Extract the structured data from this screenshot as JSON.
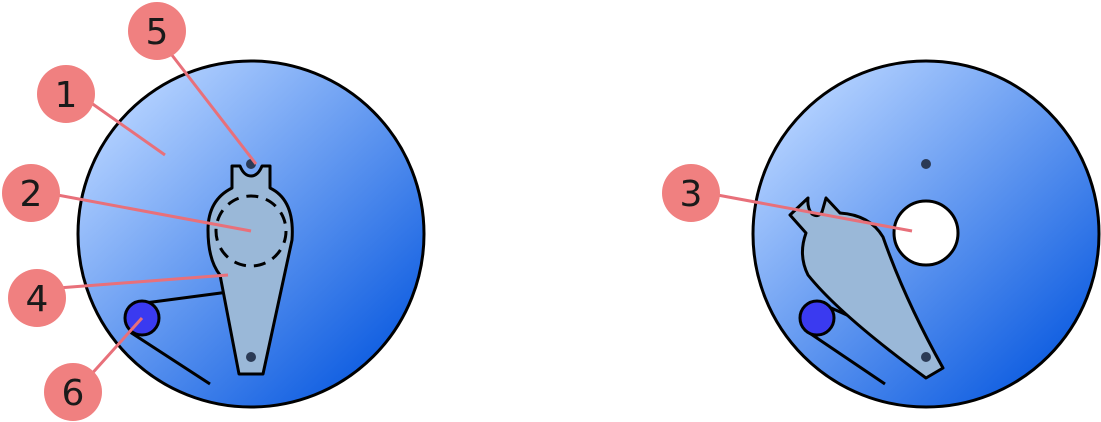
{
  "callouts": [
    {
      "id": "c1",
      "label": "1"
    },
    {
      "id": "c2",
      "label": "2"
    },
    {
      "id": "c3",
      "label": "3"
    },
    {
      "id": "c4",
      "label": "4"
    },
    {
      "id": "c5",
      "label": "5"
    },
    {
      "id": "c6",
      "label": "6"
    }
  ],
  "colors": {
    "disc_light": "#b3d1ff",
    "disc_dark": "#0a5ae0",
    "arm_fill": "#9ab8d8",
    "hole_dot": "#2b3a55",
    "pulley_fill": "#3a3af0",
    "callout_circle": "#f08080",
    "leader_line": "#e8707a",
    "outline": "#000000"
  }
}
